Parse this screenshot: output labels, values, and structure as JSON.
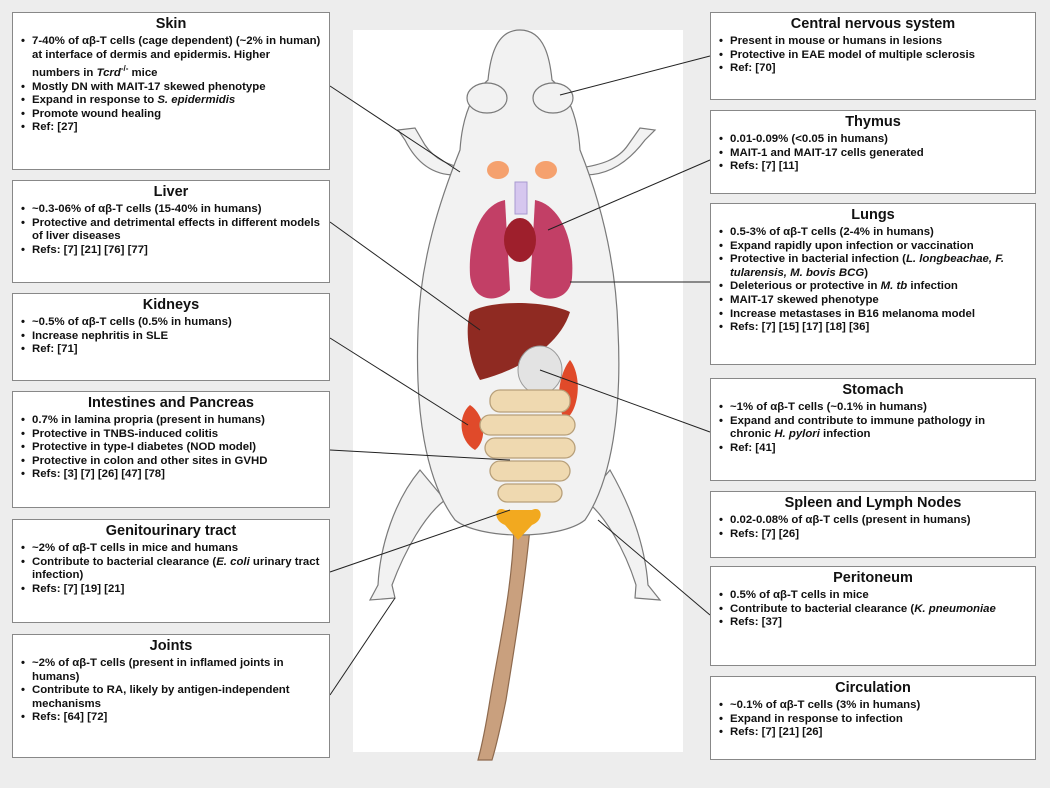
{
  "boxes": {
    "skin": {
      "title": "Skin",
      "items": [
        [
          {
            "t": "7-40% of αβ-T cells (cage dependent) (~2% in human) at interface of dermis and epidermis. Higher numbers in "
          },
          {
            "t": "Tcrd",
            "i": true
          },
          {
            "t": "-/-",
            "sup": true
          },
          {
            "t": " mice"
          }
        ],
        [
          {
            "t": "Mostly DN with MAIT-17 skewed phenotype"
          }
        ],
        [
          {
            "t": "Expand in response to "
          },
          {
            "t": "S. epidermidis",
            "i": true
          }
        ],
        [
          {
            "t": "Promote wound healing"
          }
        ],
        [
          {
            "t": "Ref: [27]"
          }
        ]
      ]
    },
    "liver": {
      "title": "Liver",
      "items": [
        [
          {
            "t": "~0.3-06% of αβ-T cells (15-40% in humans)"
          }
        ],
        [
          {
            "t": "Protective and detrimental effects in different models of liver diseases"
          }
        ],
        [
          {
            "t": "Refs: [7] [21] [76] [77]"
          }
        ]
      ]
    },
    "kidneys": {
      "title": "Kidneys",
      "items": [
        [
          {
            "t": "~0.5% of αβ-T cells (0.5% in humans)"
          }
        ],
        [
          {
            "t": "Increase nephritis in SLE"
          }
        ],
        [
          {
            "t": "Ref: [71]"
          }
        ]
      ]
    },
    "intestines": {
      "title": "Intestines and Pancreas",
      "items": [
        [
          {
            "t": "0.7% in lamina propria (present in humans)"
          }
        ],
        [
          {
            "t": "Protective in TNBS-induced colitis"
          }
        ],
        [
          {
            "t": "Protective in type-I diabetes (NOD model)"
          }
        ],
        [
          {
            "t": "Protective in colon and other sites in GVHD"
          }
        ],
        [
          {
            "t": "Refs: [3] [7] [26] [47] [78]"
          }
        ]
      ]
    },
    "genitourinary": {
      "title": "Genitourinary tract",
      "items": [
        [
          {
            "t": "~2% of αβ-T cells in mice and humans"
          }
        ],
        [
          {
            "t": "Contribute to bacterial clearance ("
          },
          {
            "t": "E. coli",
            "i": true
          },
          {
            "t": " urinary tract infection)"
          }
        ],
        [
          {
            "t": "Refs: [7] [19] [21]"
          }
        ]
      ]
    },
    "joints": {
      "title": "Joints",
      "items": [
        [
          {
            "t": "~2% of αβ-T cells (present in inflamed joints in humans)"
          }
        ],
        [
          {
            "t": "Contribute to RA, likely by antigen-independent mechanisms"
          }
        ],
        [
          {
            "t": "Refs: [64] [72]"
          }
        ]
      ]
    },
    "cns": {
      "title": "Central nervous system",
      "items": [
        [
          {
            "t": "Present in mouse or humans in lesions"
          }
        ],
        [
          {
            "t": "Protective in EAE model of multiple sclerosis"
          }
        ],
        [
          {
            "t": "Ref: [70]"
          }
        ]
      ]
    },
    "thymus": {
      "title": "Thymus",
      "items": [
        [
          {
            "t": "0.01-0.09% (<0.05 in humans)"
          }
        ],
        [
          {
            "t": "MAIT-1 and MAIT-17 cells generated"
          }
        ],
        [
          {
            "t": "Refs: [7] [11]"
          }
        ]
      ]
    },
    "lungs": {
      "title": "Lungs",
      "items": [
        [
          {
            "t": "0.5-3% of αβ-T cells (2-4% in humans)"
          }
        ],
        [
          {
            "t": "Expand rapidly upon infection or vaccination"
          }
        ],
        [
          {
            "t": "Protective in bacterial infection ("
          },
          {
            "t": "L. longbeachae, F. tularensis, M. bovis BCG",
            "i": true
          },
          {
            "t": ")"
          }
        ],
        [
          {
            "t": "Deleterious or protective in "
          },
          {
            "t": "M. tb",
            "i": true
          },
          {
            "t": " infection"
          }
        ],
        [
          {
            "t": "MAIT-17 skewed phenotype"
          }
        ],
        [
          {
            "t": "Increase metastases in B16 melanoma model"
          }
        ],
        [
          {
            "t": "Refs: [7] [15] [17] [18] [36]"
          }
        ]
      ]
    },
    "stomach": {
      "title": "Stomach",
      "items": [
        [
          {
            "t": "~1% of αβ-T cells (~0.1% in humans)"
          }
        ],
        [
          {
            "t": "Expand and contribute to immune pathology in chronic "
          },
          {
            "t": "H. pylori",
            "i": true
          },
          {
            "t": " infection"
          }
        ],
        [
          {
            "t": "Ref: [41]"
          }
        ]
      ]
    },
    "spleen": {
      "title": "Spleen and Lymph Nodes",
      "items": [
        [
          {
            "t": "0.02-0.08% of αβ-T cells (present in humans)"
          }
        ],
        [
          {
            "t": "Refs: [7] [26]"
          }
        ]
      ]
    },
    "peritoneum": {
      "title": "Peritoneum",
      "items": [
        [
          {
            "t": "0.5% of αβ-T cells in mice"
          }
        ],
        [
          {
            "t": "Contribute to bacterial clearance ("
          },
          {
            "t": "K. pneumoniae",
            "i": true
          }
        ],
        [
          {
            "t": "Refs: [37]"
          }
        ]
      ]
    },
    "circulation": {
      "title": "Circulation",
      "items": [
        [
          {
            "t": "~0.1% of αβ-T cells (3% in humans)"
          }
        ],
        [
          {
            "t": "Expand in response to infection"
          }
        ],
        [
          {
            "t": "Refs: [7] [21] [26]"
          }
        ]
      ]
    }
  },
  "colors": {
    "lung": "#c23f66",
    "heart": "#9e1f2c",
    "liver": "#8f2a22",
    "kidney": "#e04a2a",
    "thymus": "#f5a16e",
    "bladder": "#f2a91f",
    "intestine": "#efd9b0",
    "tail": "#c9a07e"
  }
}
